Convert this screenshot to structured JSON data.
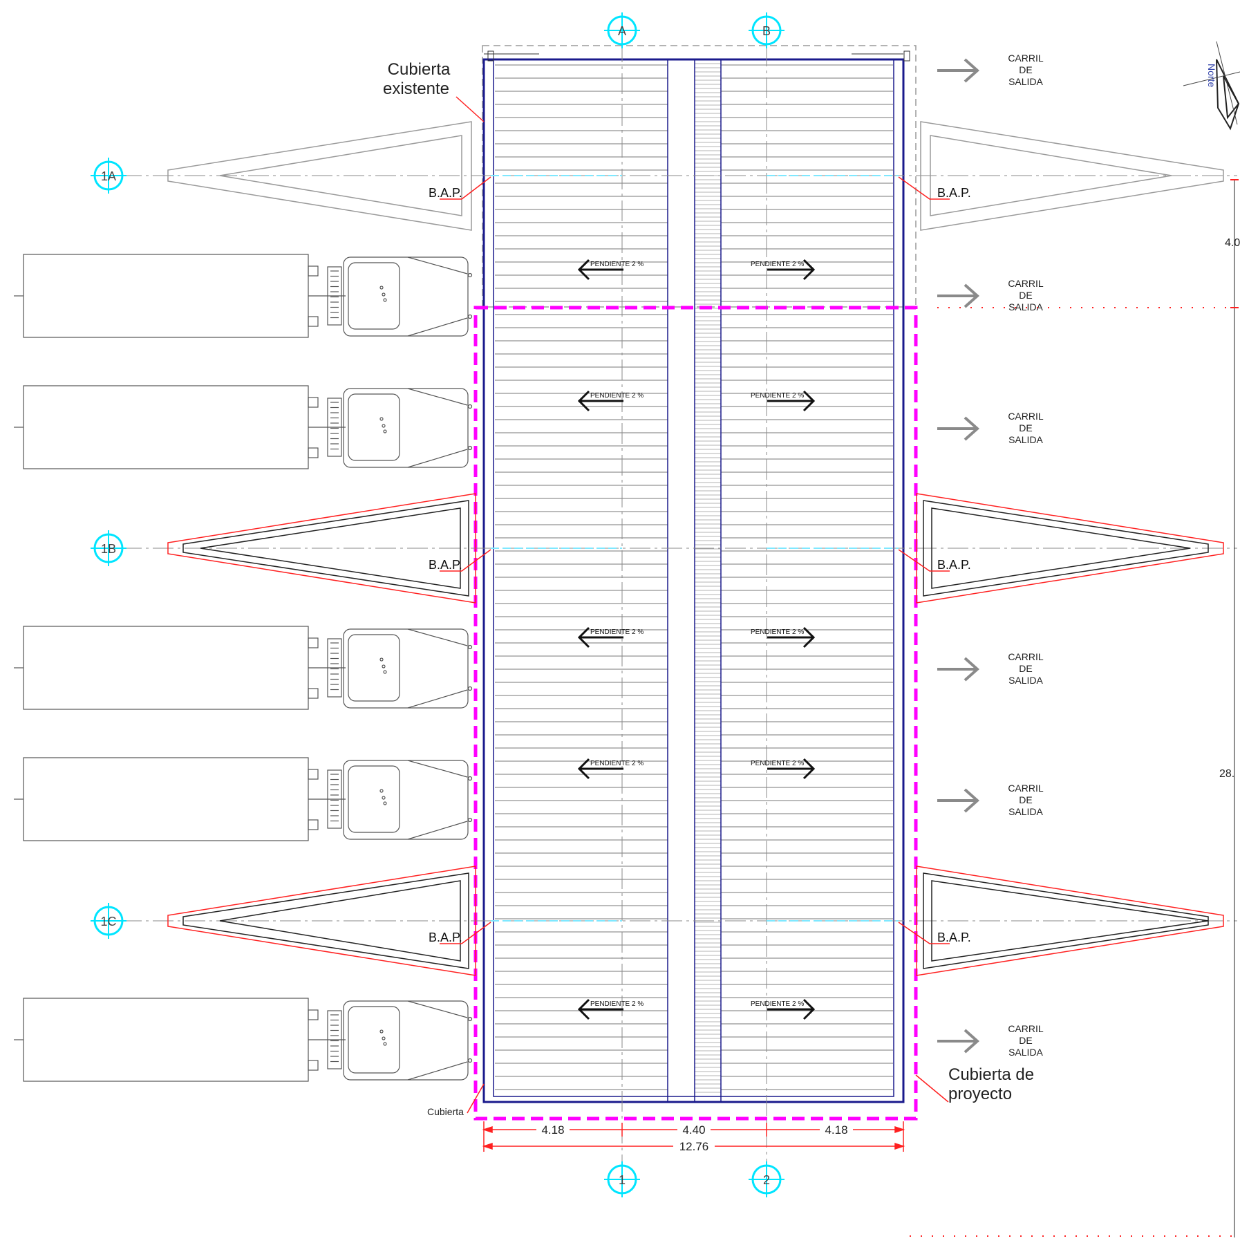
{
  "axes": {
    "columns": [
      {
        "id": "col-a",
        "label": "A"
      },
      {
        "id": "col-b",
        "label": "B"
      }
    ],
    "rows": [
      {
        "id": "row-1a",
        "label": "1A"
      },
      {
        "id": "row-1b",
        "label": "1B"
      },
      {
        "id": "row-1c",
        "label": "1C"
      }
    ],
    "bottom": [
      {
        "id": "bottom-1",
        "label": "1"
      },
      {
        "id": "bottom-2",
        "label": "2"
      }
    ]
  },
  "labels": {
    "cubierta_existente_1": "Cubierta",
    "cubierta_existente_2": "existente",
    "cubierta_proyecto_1": "Cubierta de",
    "cubierta_proyecto_2": "proyecto",
    "cubierta_small": "Cubierta",
    "bap": "B.A.P.",
    "pendiente": "PENDIENTE 2 %",
    "north": "Norte"
  },
  "lanes": {
    "line1": "CARRIL",
    "line2": "DE",
    "line3": "SALIDA",
    "count": 6
  },
  "dimensions": {
    "seg_left": "4.18",
    "seg_mid": "4.40",
    "seg_right": "4.18",
    "total": "12.76",
    "right_top": "4.0",
    "right_main": "28."
  },
  "colors": {
    "axis": "#00e5ff",
    "red": "#ff2020",
    "magenta": "#ff00ff",
    "navy": "#1a1a8c",
    "gray": "#808080",
    "stroke": "#606060"
  }
}
